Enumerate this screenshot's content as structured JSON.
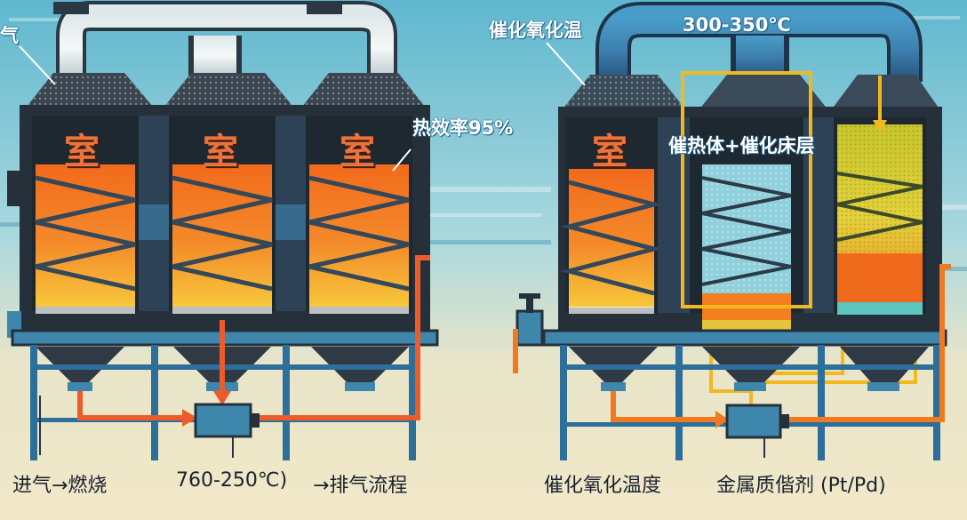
{
  "colors": {
    "sky_top": "#5fb7cf",
    "sky_bottom": "#efe6c6",
    "steel_dark": "#2f3a45",
    "steel_blue": "#3f86ad",
    "hot_orange": "#f0761f",
    "hot_yellow": "#f6c63c",
    "pipe_red": "#ee5b2a",
    "pipe_yellow": "#f1b81f",
    "catalyst_green": "#c9c82b"
  },
  "left_unit": {
    "chambers": [
      {
        "label": "室"
      },
      {
        "label": "室"
      },
      {
        "label": "室"
      }
    ],
    "callout_top_left": "气",
    "callout_efficiency": "热效率95%"
  },
  "right_unit": {
    "chamber_label": "室",
    "callout_top_left": "催化氧化温",
    "callout_temperature": "300-350℃",
    "callout_catalyst": "催热体+催化床层"
  },
  "captions": {
    "left_1": "进气→燃烧",
    "left_2": "760-250℃)",
    "left_3": "→排气流程",
    "right_1": "催化氧化温度",
    "right_2": "金属质偕剂 (Pt/Pd)"
  }
}
